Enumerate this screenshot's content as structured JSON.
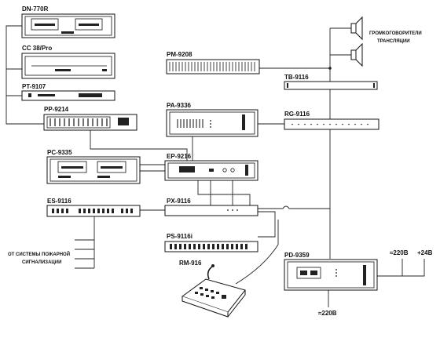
{
  "devices": {
    "dn770r": "DN-770R",
    "cc38": "CC 38/Pro",
    "pt9107": "PT-9107",
    "pp9214": "PP-9214",
    "pc9335": "PC-9335",
    "es9116": "ES-9116",
    "pm9208": "PM-9208",
    "pa9336": "PA-9336",
    "ep9216": "EP-9216",
    "px9116": "PX-9116",
    "ps9116i": "PS-9116i",
    "rm916": "RM-916",
    "tb9116": "TB-9116",
    "rg9116": "RG-9116",
    "pd9359": "PD-9359"
  },
  "labels": {
    "speakers_line1": "ГРОМКОГОВОРИТЕЛИ",
    "speakers_line2": "ТРАНСЛЯЦИИ",
    "fire_line1": "ОТ СИСТЕМЫ ПОЖАРНОЙ",
    "fire_line2": "СИГНАЛИЗАЦИИ",
    "power_220_top": "≈220В",
    "power_24": "+24В",
    "power_220_bottom": "≈220В"
  }
}
